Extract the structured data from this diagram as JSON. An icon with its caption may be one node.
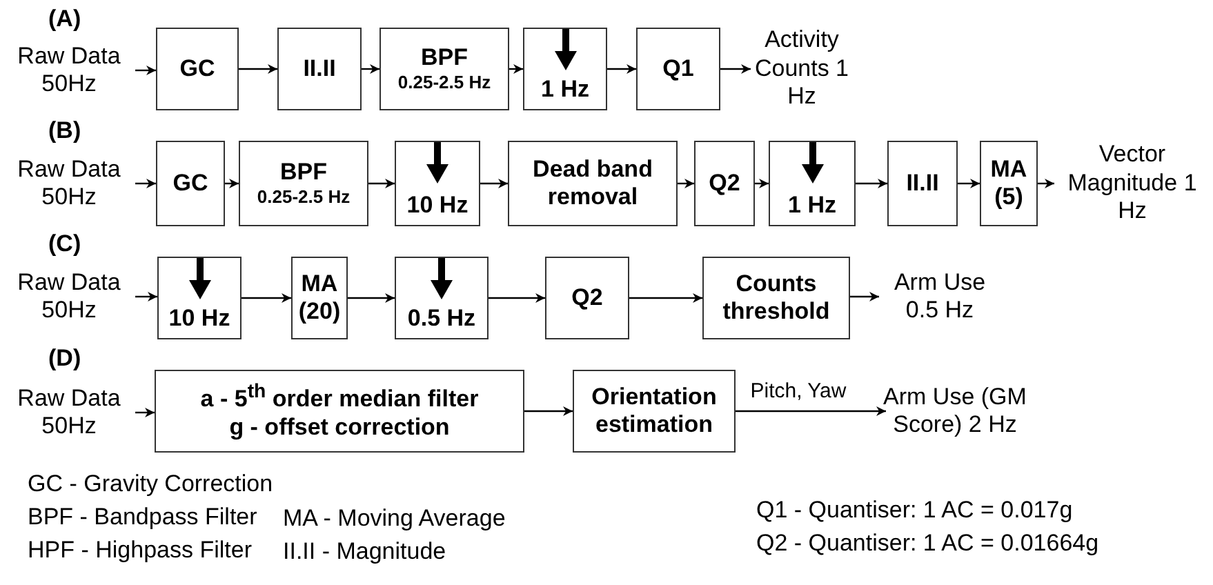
{
  "diagram": {
    "nodes": [
      {
        "text": [
          "Raw Data 50Hz"
        ]
      },
      {
        "text": [
          "GC"
        ]
      },
      {
        "text": [
          "II.II"
        ]
      },
      {
        "text": [
          "BPF",
          "0.25-2.5 Hz"
        ]
      },
      {
        "text": [
          "1 Hz"
        ]
      },
      {
        "text": [
          "Q1"
        ]
      },
      {
        "text": [
          "Activity Counts 1 Hz"
        ]
      },
      {
        "text": [
          "Raw Data 50Hz"
        ]
      },
      {
        "text": [
          "GC"
        ]
      },
      {
        "text": [
          "BPF",
          "0.25-2.5 Hz"
        ]
      },
      {
        "text": [
          "10 Hz"
        ]
      },
      {
        "text": [
          "Dead band removal"
        ]
      },
      {
        "text": [
          "Q2"
        ]
      },
      {
        "text": [
          "1 Hz"
        ]
      },
      {
        "text": [
          "II.II"
        ]
      },
      {
        "text": [
          "MA (5)"
        ]
      },
      {
        "text": [
          "Vector Magnitude 1 Hz"
        ]
      },
      {
        "text": [
          "Raw Data 50Hz"
        ]
      },
      {
        "text": [
          "10 Hz"
        ]
      },
      {
        "text": [
          "MA (20)"
        ]
      },
      {
        "text": [
          "0.5 Hz"
        ]
      },
      {
        "text": [
          "Q2"
        ]
      },
      {
        "text": [
          "Counts threshold"
        ]
      },
      {
        "text": [
          "Arm Use 0.5 Hz"
        ]
      },
      {
        "text": [
          "Raw Data 50Hz"
        ]
      },
      {
        "text": [
          "a - 5$^{th}$ order median filter",
          "g - offset correction"
        ]
      },
      {
        "text": [
          "Orientation estimation"
        ]
      },
      {
        "text": [
          "Arm Use (GM Score) 2 Hz"
        ]
      }
    ],
    "edges": [
      {
        "from": 0,
        "to": 1,
        "arrow": "to"
      },
      {
        "from": 1,
        "to": 2,
        "arrow": "to"
      },
      {
        "from": 2,
        "to": 3,
        "arrow": "to"
      },
      {
        "from": 3,
        "to": 4,
        "arrow": "to"
      },
      {
        "from": 4,
        "to": 5,
        "arrow": "to"
      },
      {
        "from": 5,
        "to": 6,
        "arrow": "to"
      },
      {
        "from": 7,
        "to": 8,
        "arrow": "to"
      },
      {
        "from": 8,
        "to": 9,
        "arrow": "to"
      },
      {
        "from": 9,
        "to": 10,
        "arrow": "to"
      },
      {
        "from": 10,
        "to": 11,
        "arrow": "to"
      },
      {
        "from": 11,
        "to": 12,
        "arrow": "to"
      },
      {
        "from": 12,
        "to": 13,
        "arrow": "to"
      },
      {
        "from": 13,
        "to": 14,
        "arrow": "to"
      },
      {
        "from": 14,
        "to": 15,
        "arrow": "to"
      },
      {
        "from": 15,
        "to": 16,
        "arrow": "to"
      },
      {
        "from": 17,
        "to": 18,
        "arrow": "to"
      },
      {
        "from": 18,
        "to": 19,
        "arrow": "to"
      },
      {
        "from": 19,
        "to": 20,
        "arrow": "to"
      },
      {
        "from": 20,
        "to": 21,
        "arrow": "to"
      },
      {
        "from": 21,
        "to": 22,
        "arrow": "to"
      },
      {
        "from": 22,
        "to": 23,
        "arrow": "to"
      },
      {
        "from": 24,
        "to": 25,
        "arrow": "to"
      },
      {
        "from": 25,
        "to": 26,
        "arrow": "to"
      },
      {
        "from": 26,
        "to": 27,
        "arrow": "to",
        "label": "Pitch, Yaw"
      }
    ],
    "labels": [
      "(A)",
      "(B)",
      "(C)",
      "(D)",
      "GC - Gravity Correction",
      "BPF - Bandpass Filter",
      "HPF - Highpass Filter",
      "MA - Moving Average",
      "II.II - Magnitude",
      "Q1 - Quantiser: 1 AC = 0.017g",
      "Q2 - Quantiser: 1 AC = 0.01664g"
    ]
  }
}
